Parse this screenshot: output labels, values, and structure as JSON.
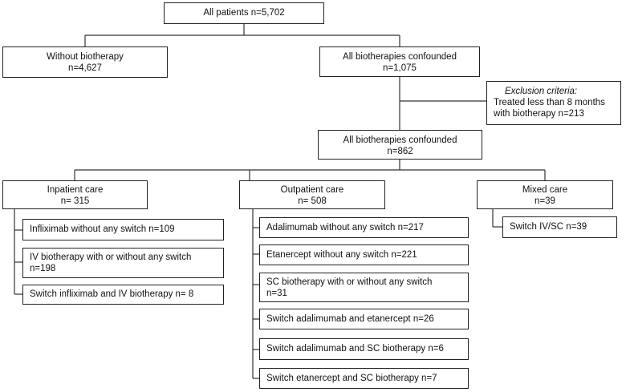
{
  "root": {
    "label": "All patients n=5,702"
  },
  "no_bio": {
    "line1": "Without biotherapy",
    "line2": "n=4,627"
  },
  "all_bio": {
    "line1": "All biotherapies confounded",
    "line2": "n=1,075"
  },
  "exclusion": {
    "title": "Exclusion criteria:",
    "line1": "Treated less than 8 months",
    "line2": "with biotherapy n=213"
  },
  "all_bio_2": {
    "line1": "All biotherapies confounded",
    "line2": "n=862"
  },
  "inpatient": {
    "line1": "Inpatient care",
    "line2": "n= 315",
    "items": [
      {
        "line1": "Infliximab without any switch n=109"
      },
      {
        "line1": "IV biotherapy with or without  any switch",
        "line2": "n=198"
      },
      {
        "line1": "Switch infliximab and IV biotherapy n= 8"
      }
    ]
  },
  "outpatient": {
    "line1": "Outpatient care",
    "line2": "n= 508",
    "items": [
      {
        "line1": "Adalimumab without any switch n=217"
      },
      {
        "line1": "Etanercept without any switch n=221"
      },
      {
        "line1": "SC biotherapy with or without any switch",
        "line2": "n=31"
      },
      {
        "line1": "Switch adalimumab and etanercept  n=26"
      },
      {
        "line1": "Switch adalimumab and SC biotherapy n=6"
      },
      {
        "line1": "Switch etanercept and SC biotherapy n=7"
      }
    ]
  },
  "mixed": {
    "line1": "Mixed care",
    "line2": "n=39",
    "items": [
      {
        "line1": "Switch IV/SC n=39"
      }
    ]
  }
}
